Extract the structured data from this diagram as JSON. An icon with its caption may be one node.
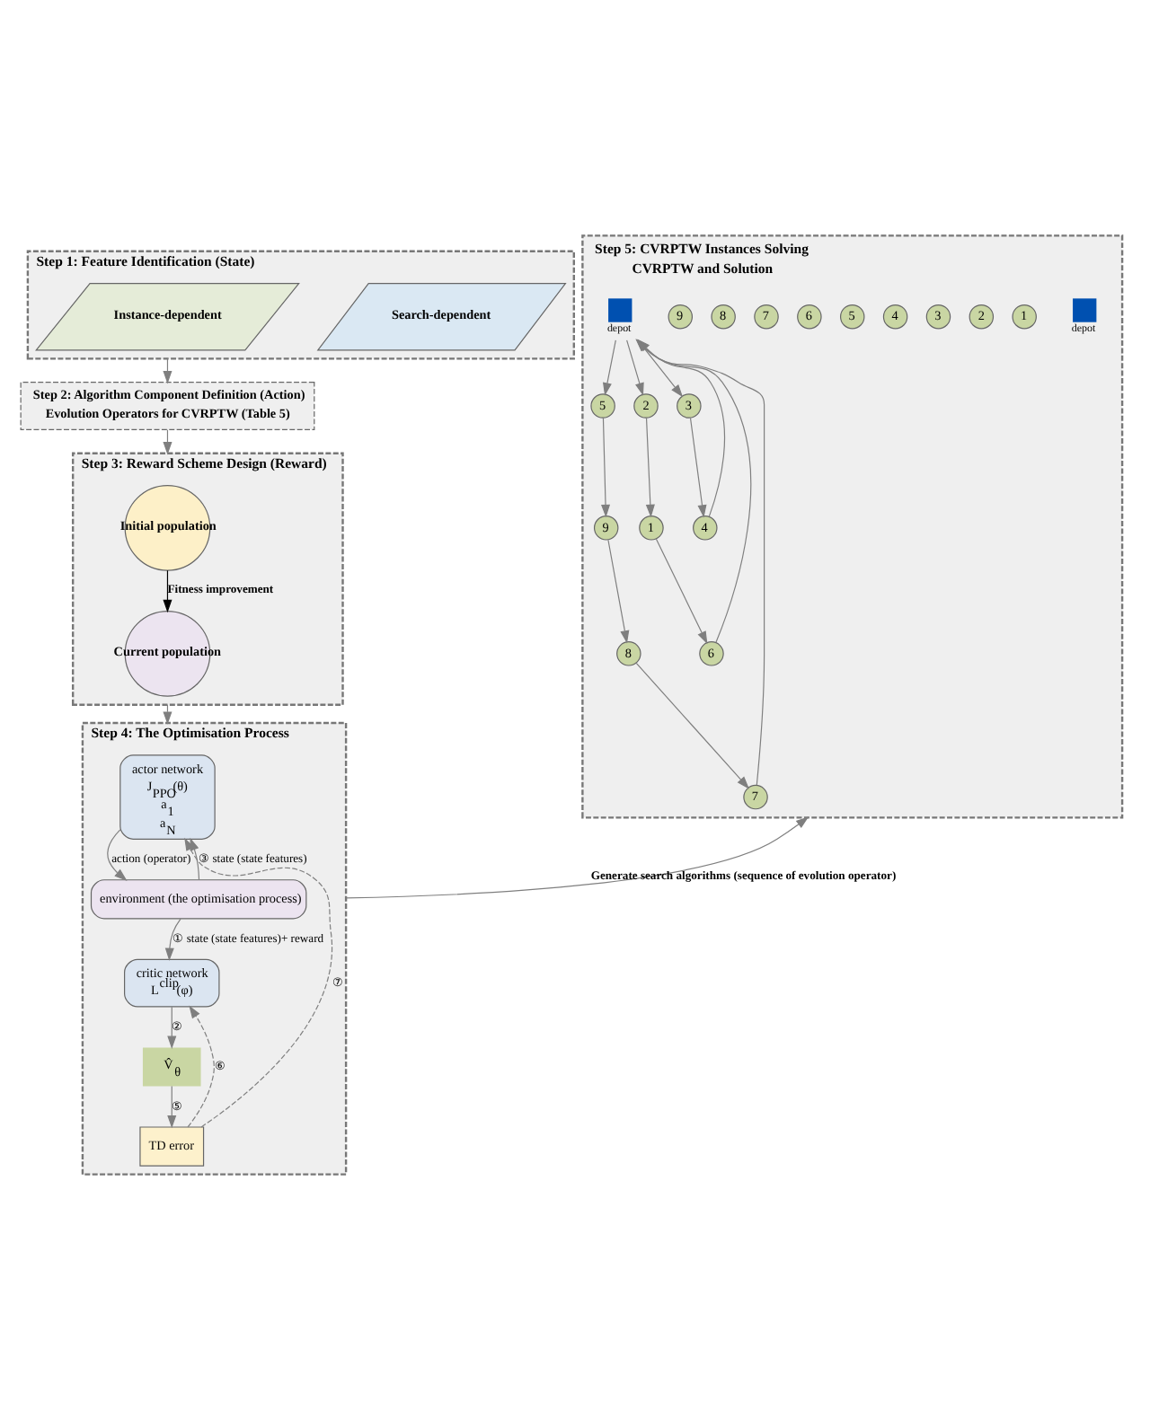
{
  "diagram": {
    "nodes": [
      {
        "text": [
          "Step 1: Feature Identification (State)"
        ]
      },
      {
        "text": [
          "Search-dependent"
        ],
        "in": 0
      },
      {
        "text": [
          "Instance-dependent"
        ],
        "in": 0
      },
      {
        "text": [
          "Step 2: Algorithm Component Definition (Action)",
          "Evolution Operators for CVRPTW (Table 5)"
        ]
      },
      {
        "text": [
          "Step 3: Reward Scheme Design (Reward)"
        ]
      },
      {
        "text": [
          "Initial population"
        ],
        "in": 4
      },
      {
        "text": [
          "Current population"
        ],
        "in": 4
      },
      {
        "text": [
          "Step 4: The Optimisation Process"
        ]
      },
      {
        "text": [
          "actor network",
          "J$_{PPO}$(θ)",
          "a$_{1}$",
          "a$_{N}$"
        ],
        "in": 7
      },
      {
        "text": [
          "critic network",
          "L$^{clip}$(φ)"
        ],
        "in": 7
      },
      {
        "text": [
          "V̂$_{θ}$"
        ],
        "in": 7
      },
      {
        "text": [
          "TD error"
        ],
        "in": 7
      },
      {
        "text": [
          "environment (the optimisation process)"
        ],
        "in": 7
      },
      {
        "text": [
          "Step 5: CVRPTW Instances Solving",
          "CVRPTW and Solution"
        ]
      },
      {
        "text": [],
        "shape": "box",
        "beside": [
          "depot"
        ],
        "in": 13
      },
      {
        "text": [
          "1"
        ],
        "in": 13
      },
      {
        "text": [
          "2"
        ],
        "in": 13
      },
      {
        "text": [
          "3"
        ],
        "in": 13
      },
      {
        "text": [
          "4"
        ],
        "in": 13
      },
      {
        "text": [
          "5"
        ],
        "in": 13
      },
      {
        "text": [
          "6"
        ],
        "in": 13
      },
      {
        "text": [
          "7"
        ],
        "in": 13
      },
      {
        "text": [
          "8"
        ],
        "in": 13
      },
      {
        "text": [
          "9"
        ],
        "in": 13
      },
      {
        "text": [],
        "shape": "box",
        "beside": [
          "depot"
        ],
        "in": 13
      },
      {
        "text": [
          "1"
        ],
        "in": 13
      },
      {
        "text": [
          "2"
        ],
        "in": 13
      },
      {
        "text": [
          "3"
        ],
        "in": 13
      },
      {
        "text": [
          "4"
        ],
        "in": 13
      },
      {
        "text": [
          "5"
        ],
        "in": 13
      },
      {
        "text": [
          "6"
        ],
        "in": 13
      },
      {
        "text": [
          "7"
        ],
        "in": 13
      },
      {
        "text": [
          "8"
        ],
        "in": 13
      },
      {
        "text": [
          "9"
        ],
        "in": 13
      }
    ],
    "edges": [
      {
        "from": 0,
        "to": 3,
        "arrow": "to"
      },
      {
        "from": 3,
        "to": 4,
        "arrow": "to"
      },
      {
        "from": 5,
        "to": 6,
        "arrow": "to",
        "label": "Fitness improvement",
        "color": "#000000"
      },
      {
        "from": 4,
        "to": 7,
        "arrow": "to"
      },
      {
        "from": 7,
        "to": 13,
        "arrow": "to",
        "label": "Generate search algorithms (sequence of evolution operator)"
      },
      {
        "from": 12,
        "to": 8,
        "arrow": "to",
        "label": "③ state (state features)"
      },
      {
        "from": 12,
        "to": 9,
        "arrow": "to",
        "label": "① state (state features)+ reward"
      },
      {
        "from": 9,
        "to": 10,
        "arrow": "to",
        "label": "②"
      },
      {
        "from": 10,
        "to": 11,
        "arrow": "to",
        "label": "⑤"
      },
      {
        "from": 11,
        "to": 9,
        "arrow": "to",
        "label": "⑥",
        "style": "dashed"
      },
      {
        "from": 11,
        "to": 8,
        "arrow": "to",
        "label": "⑦",
        "style": "dashed"
      },
      {
        "from": 8,
        "to": 12,
        "arrow": "to",
        "label": "action (operator)"
      },
      {
        "from": 26,
        "to": 25,
        "arrow": "to"
      },
      {
        "from": 25,
        "to": 30,
        "arrow": "to"
      },
      {
        "from": 30,
        "to": 24,
        "arrow": "to"
      },
      {
        "from": 24,
        "to": 26,
        "arrow": "to"
      },
      {
        "from": 24,
        "to": 27,
        "arrow": "to"
      },
      {
        "from": 27,
        "to": 28,
        "arrow": "to"
      },
      {
        "from": 28,
        "to": 24,
        "arrow": "to"
      },
      {
        "from": 24,
        "to": 29,
        "arrow": "to"
      },
      {
        "from": 29,
        "to": 33,
        "arrow": "to"
      },
      {
        "from": 33,
        "to": 32,
        "arrow": "to"
      },
      {
        "from": 32,
        "to": 31,
        "arrow": "to"
      },
      {
        "from": 31,
        "to": 24,
        "arrow": "to"
      }
    ]
  }
}
